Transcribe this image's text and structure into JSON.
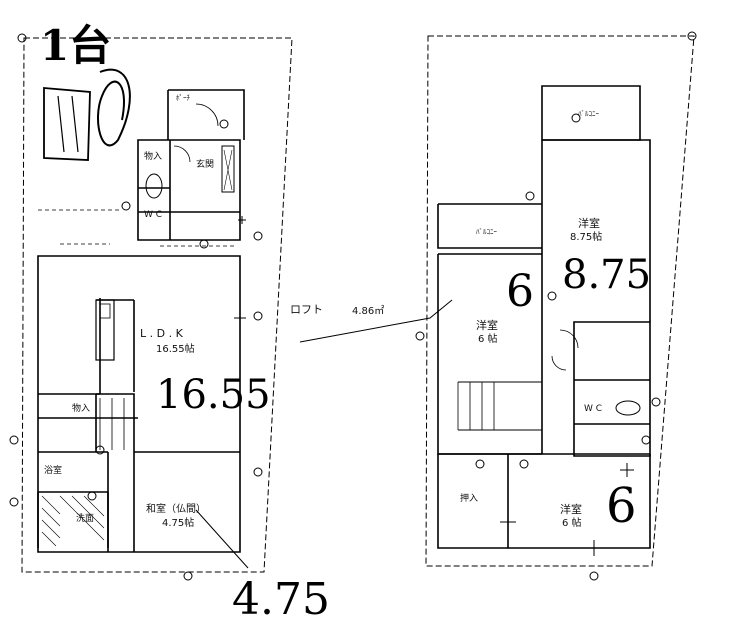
{
  "handwritten": {
    "parking_note": "1台",
    "ldk_area": "16.55",
    "washitsu_area": "4.75",
    "western_left_area": "6",
    "western_top_area": "8.75",
    "western_bottom_area": "6"
  },
  "first_floor": {
    "entrance_porch": "ﾎﾟｰﾁ",
    "storage_1": "物入",
    "entrance": "玄関",
    "wc": "W C",
    "ldk_label": "L . D . K",
    "ldk_size": "16.55帖",
    "storage_2": "物入",
    "washitsu_label": "和室（仏間）",
    "washitsu_size": "4.75帖",
    "bath": "浴室",
    "washroom": "洗面"
  },
  "second_floor": {
    "balcony_top": "ﾊﾞﾙｺﾆｰ",
    "balcony_left": "ﾊﾞﾙｺﾆｰ",
    "western_top_label": "洋室",
    "western_top_size": "8.75帖",
    "western_left_label": "洋室",
    "western_left_size": "6 帖",
    "western_bottom_label": "洋室",
    "western_bottom_size": "6 帖",
    "wc": "W C",
    "closet": "押入"
  },
  "loft": {
    "label": "ロフト",
    "size": "4.86㎡"
  }
}
